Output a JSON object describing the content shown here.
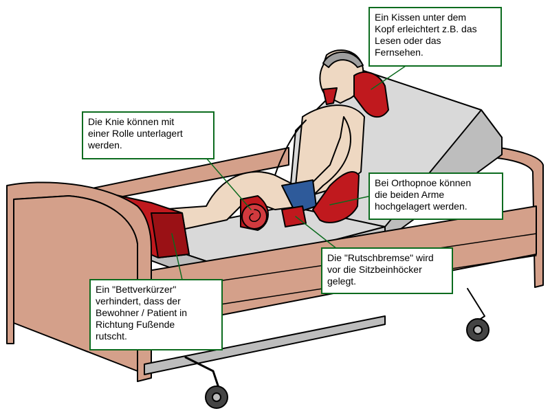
{
  "callouts": {
    "pillow": "Ein Kissen unter dem\nKopf erleichtert z.B. das\nLesen oder das\nFernsehen.",
    "knee": "Die Knie können mit\neiner Rolle unterlagert\nwerden.",
    "arms": "Bei Orthopnoe können\ndie beiden Arme\nhochgelagert werden.",
    "brake": "Die \"Rutschbremse\" wird\nvor die Sitzbeinhöcker\ngelegt.",
    "shortener": "Ein \"Bettverkürzer\"\nverhindert, dass der\nBewohner / Patient in\nRichtung Fußende\nrutscht."
  },
  "colors": {
    "callout_border": "#0b6b1e",
    "bed_wood": "#d4a08a",
    "mattress": "#d9d9d9",
    "cushion": "#c0191e",
    "skin": "#eed8c2"
  }
}
